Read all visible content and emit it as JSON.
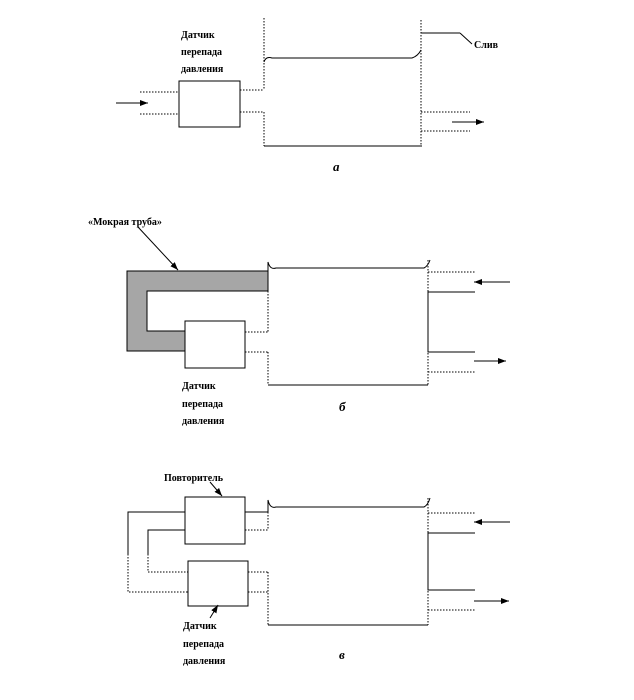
{
  "diagram_a": {
    "sensor_label": [
      "Датчик",
      "перепада",
      "давления"
    ],
    "drain_label": "Слив",
    "caption": "а"
  },
  "diagram_b": {
    "wet_pipe_label": "«Мокрая труба»",
    "sensor_label": [
      "Датчик",
      "перепада",
      "давления"
    ],
    "caption": "б"
  },
  "diagram_c": {
    "repeater_label": "Повторитель",
    "sensor_label": [
      "Датчик",
      "перепада",
      "давления"
    ],
    "caption": "в"
  },
  "colors": {
    "wet_pipe_fill": "#a6a6a6",
    "line": "#000000"
  }
}
